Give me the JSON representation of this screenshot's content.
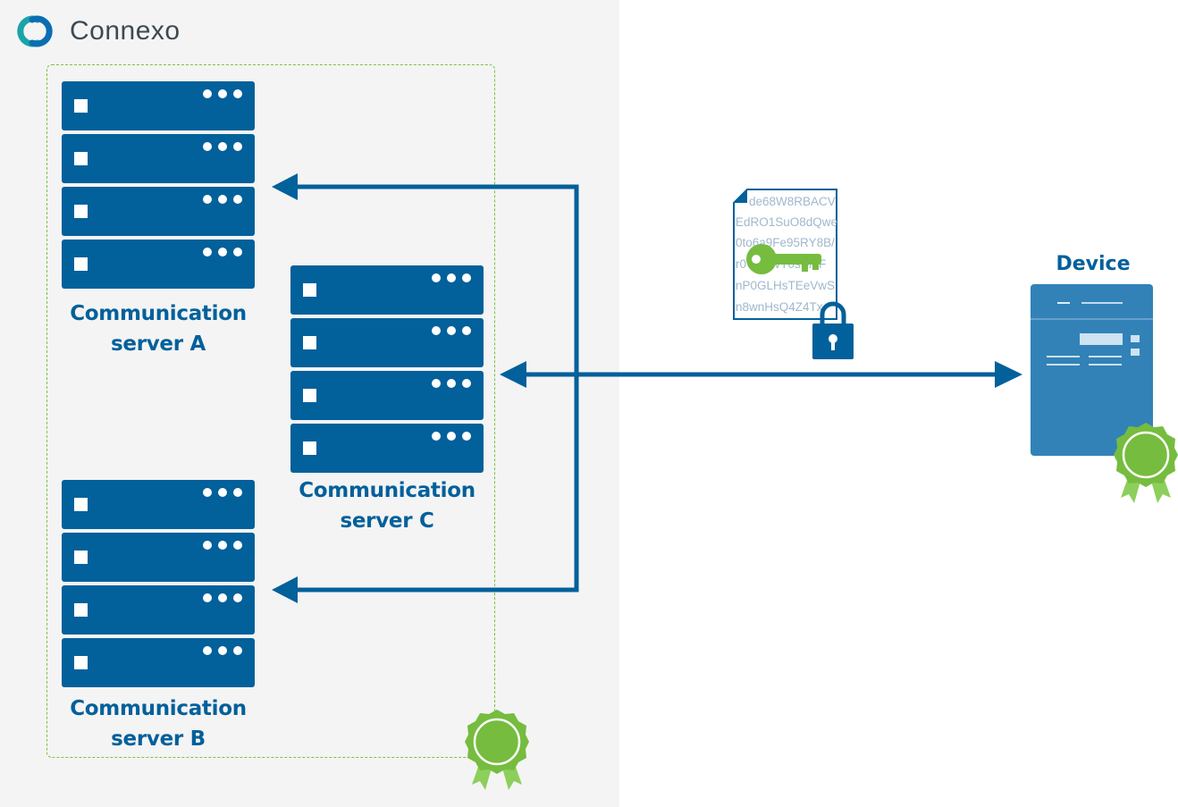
{
  "brand": {
    "name": "Connexo"
  },
  "servers": {
    "a": {
      "label_line1": "Communication",
      "label_line2": "server A"
    },
    "b": {
      "label_line1": "Communication",
      "label_line2": "server B"
    },
    "c": {
      "label_line1": "Communication",
      "label_line2": "server C"
    }
  },
  "device": {
    "label": "Device"
  },
  "certificate": {
    "lines": [
      "de68W8RBACV",
      "EdRO1SuO8dQwe",
      "0to6a9Fe95RY8B/",
      "r0VKeWT0sD/sF",
      "nP0GLHsTEeVwS",
      "n8wnHsQ4Z4Tx"
    ]
  },
  "icons": [
    "connexo-logo-icon",
    "server-rack-icon",
    "certificate-document-icon",
    "key-icon",
    "padlock-icon",
    "device-meter-icon",
    "certified-badge-icon"
  ],
  "colors": {
    "primary": "#02609b",
    "accent": "#7bc142",
    "device": "#3282b8",
    "panel": "#f4f4f4"
  }
}
